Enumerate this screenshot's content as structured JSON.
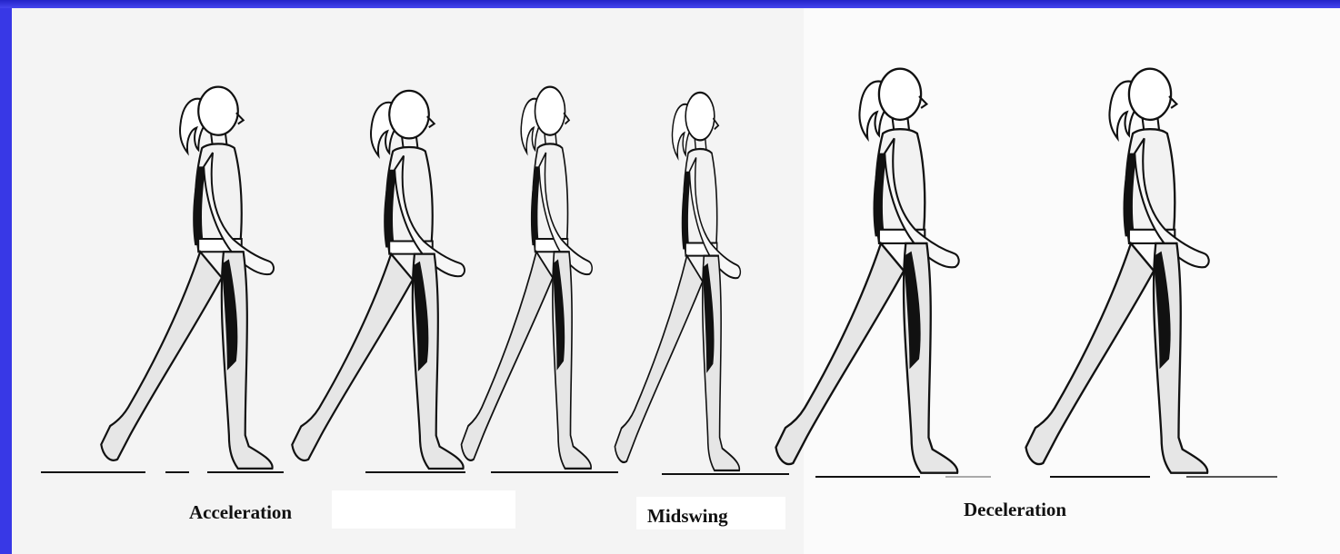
{
  "labels": {
    "acceleration": "Acceleration",
    "midswing": "Midswing",
    "deceleration": "Deceleration"
  },
  "colors": {
    "background_frame": "#3838e6",
    "panel": "#f4f4f4",
    "ink": "#111111",
    "limb_fill": "#e6e6e6",
    "shadow": "#111111"
  },
  "figures": [
    {
      "icon": "walking-figure-icon",
      "phase": "acceleration"
    },
    {
      "icon": "walking-figure-icon",
      "phase": "acceleration"
    },
    {
      "icon": "walking-figure-icon",
      "phase": "midswing"
    },
    {
      "icon": "walking-figure-icon",
      "phase": "midswing"
    },
    {
      "icon": "walking-figure-icon",
      "phase": "deceleration"
    },
    {
      "icon": "walking-figure-icon",
      "phase": "deceleration"
    }
  ]
}
